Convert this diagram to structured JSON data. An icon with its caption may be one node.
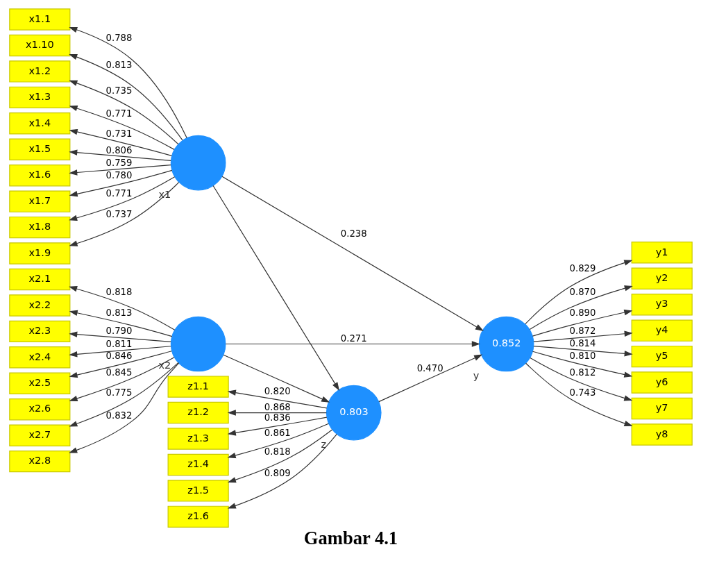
{
  "diagram": {
    "caption": "Gambar 4.1",
    "nodes": [
      {
        "text": [
          "x1.1"
        ]
      },
      {
        "text": [
          "x1.10"
        ]
      },
      {
        "text": [
          "x1.2"
        ]
      },
      {
        "text": [
          "x1.3"
        ]
      },
      {
        "text": [
          "x1.4"
        ]
      },
      {
        "text": [
          "x1.5"
        ]
      },
      {
        "text": [
          "x1.6"
        ]
      },
      {
        "text": [
          "x1.7"
        ]
      },
      {
        "text": [
          "x1.8"
        ]
      },
      {
        "text": [
          "x1.9"
        ]
      },
      {
        "text": [],
        "shape": "circle",
        "beside": [
          "x1"
        ]
      },
      {
        "text": [
          "x2.1"
        ]
      },
      {
        "text": [
          "x2.2"
        ]
      },
      {
        "text": [
          "x2.3"
        ]
      },
      {
        "text": [
          "x2.4"
        ]
      },
      {
        "text": [
          "x2.5"
        ]
      },
      {
        "text": [
          "x2.6"
        ]
      },
      {
        "text": [
          "x2.7"
        ]
      },
      {
        "text": [
          "x2.8"
        ]
      },
      {
        "text": [],
        "shape": "circle",
        "beside": [
          "x2"
        ]
      },
      {
        "text": [
          "z1.1"
        ]
      },
      {
        "text": [
          "z1.2"
        ]
      },
      {
        "text": [
          "z1.3"
        ]
      },
      {
        "text": [
          "z1.4"
        ]
      },
      {
        "text": [
          "z1.5"
        ]
      },
      {
        "text": [
          "z1.6"
        ]
      },
      {
        "text": [
          "0.803"
        ],
        "beside": [
          "z"
        ]
      },
      {
        "text": [
          "0.852"
        ],
        "beside": [
          "y"
        ]
      },
      {
        "text": [
          "y1"
        ]
      },
      {
        "text": [
          "y2"
        ]
      },
      {
        "text": [
          "y3"
        ]
      },
      {
        "text": [
          "y4"
        ]
      },
      {
        "text": [
          "y5"
        ]
      },
      {
        "text": [
          "y6"
        ]
      },
      {
        "text": [
          "y7"
        ]
      },
      {
        "text": [
          "y8"
        ]
      }
    ],
    "edges": [
      {
        "from": 10,
        "to": 0,
        "arrow": "to",
        "label": "0.788"
      },
      {
        "from": 10,
        "to": 1,
        "arrow": "to",
        "label": "0.813"
      },
      {
        "from": 10,
        "to": 2,
        "arrow": "to",
        "label": "0.735"
      },
      {
        "from": 10,
        "to": 3,
        "arrow": "to",
        "label": "0.771"
      },
      {
        "from": 10,
        "to": 4,
        "arrow": "to",
        "label": "0.731"
      },
      {
        "from": 10,
        "to": 5,
        "arrow": "to",
        "label": "0.806"
      },
      {
        "from": 10,
        "to": 6,
        "arrow": "to",
        "label": "0.759"
      },
      {
        "from": 10,
        "to": 7,
        "arrow": "to",
        "label": "0.780"
      },
      {
        "from": 10,
        "to": 8,
        "arrow": "to",
        "label": "0.771"
      },
      {
        "from": 10,
        "to": 9,
        "arrow": "to",
        "label": "0.737"
      },
      {
        "from": 19,
        "to": 11,
        "arrow": "to",
        "label": "0.818"
      },
      {
        "from": 19,
        "to": 12,
        "arrow": "to",
        "label": "0.813"
      },
      {
        "from": 19,
        "to": 13,
        "arrow": "to",
        "label": "0.790"
      },
      {
        "from": 19,
        "to": 14,
        "arrow": "to",
        "label": "0.811"
      },
      {
        "from": 19,
        "to": 15,
        "arrow": "to",
        "label": "0.846"
      },
      {
        "from": 19,
        "to": 16,
        "arrow": "to",
        "label": "0.845"
      },
      {
        "from": 19,
        "to": 17,
        "arrow": "to",
        "label": "0.775"
      },
      {
        "from": 19,
        "to": 18,
        "arrow": "to",
        "label": "0.832"
      },
      {
        "from": 26,
        "to": 20,
        "arrow": "to",
        "label": "0.820"
      },
      {
        "from": 26,
        "to": 21,
        "arrow": "to",
        "label": "0.868"
      },
      {
        "from": 26,
        "to": 22,
        "arrow": "to",
        "label": "0.836"
      },
      {
        "from": 26,
        "to": 23,
        "arrow": "to",
        "label": "0.861"
      },
      {
        "from": 26,
        "to": 24,
        "arrow": "to",
        "label": "0.818"
      },
      {
        "from": 26,
        "to": 25,
        "arrow": "to",
        "label": "0.809"
      },
      {
        "from": 10,
        "to": 26,
        "arrow": "to"
      },
      {
        "from": 10,
        "to": 27,
        "arrow": "to",
        "label": "0.238"
      },
      {
        "from": 19,
        "to": 26,
        "arrow": "to"
      },
      {
        "from": 19,
        "to": 27,
        "arrow": "to",
        "label": "0.271"
      },
      {
        "from": 26,
        "to": 27,
        "arrow": "to",
        "label": "0.470"
      },
      {
        "from": 27,
        "to": 28,
        "arrow": "to",
        "label": "0.829"
      },
      {
        "from": 27,
        "to": 29,
        "arrow": "to",
        "label": "0.870"
      },
      {
        "from": 27,
        "to": 30,
        "arrow": "to",
        "label": "0.890"
      },
      {
        "from": 27,
        "to": 31,
        "arrow": "to",
        "label": "0.872"
      },
      {
        "from": 27,
        "to": 32,
        "arrow": "to",
        "label": "0.814"
      },
      {
        "from": 27,
        "to": 33,
        "arrow": "to",
        "label": "0.810"
      },
      {
        "from": 27,
        "to": 34,
        "arrow": "to",
        "label": "0.812"
      },
      {
        "from": 27,
        "to": 35,
        "arrow": "to",
        "label": "0.743"
      }
    ]
  }
}
